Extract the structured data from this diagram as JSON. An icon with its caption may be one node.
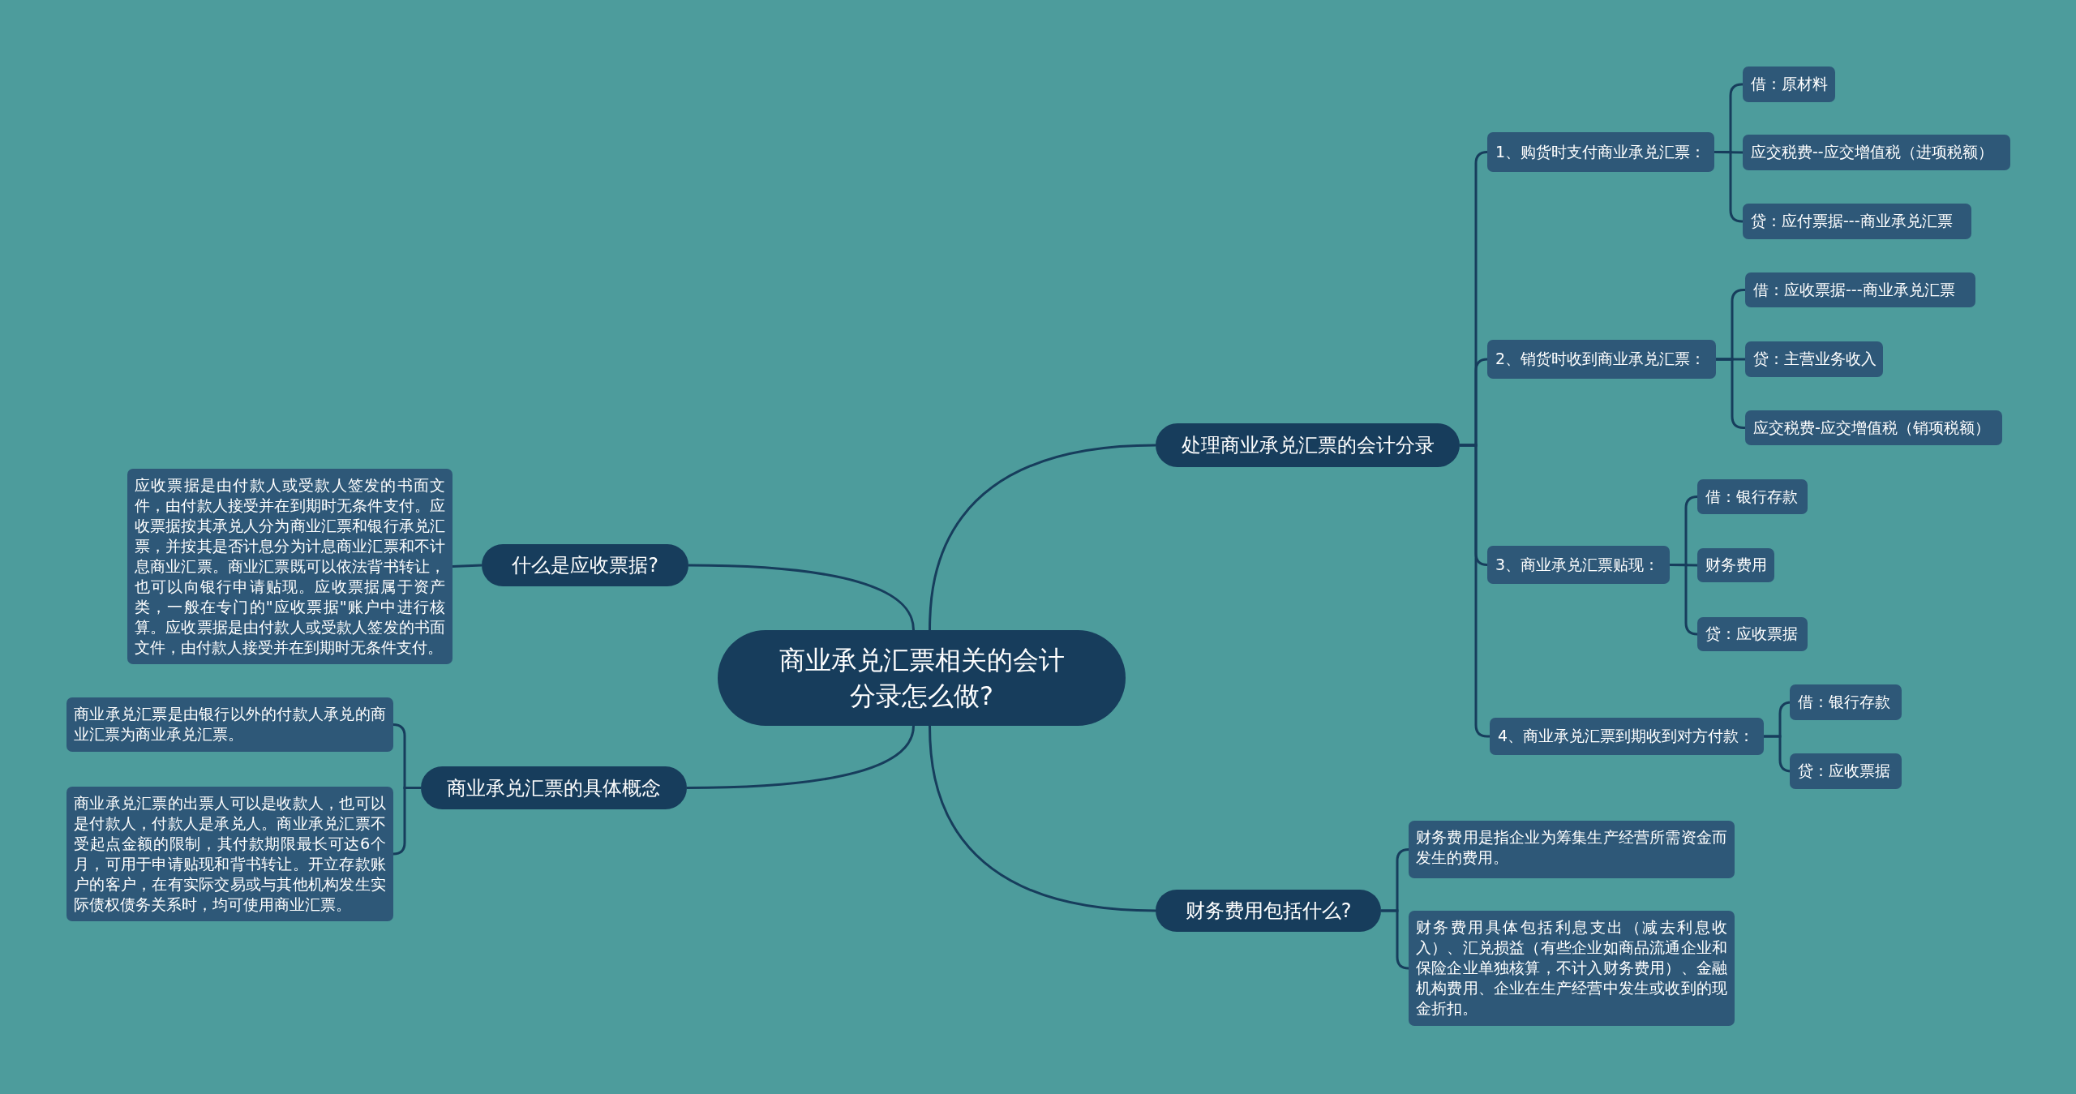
{
  "diagram": {
    "nodes": [
      {
        "text": [
          "商业承兑汇票相关的会计分录怎么做?"
        ]
      },
      {
        "text": [
          "处理商业承兑汇票的会计分录"
        ]
      },
      {
        "text": [
          "1、购货时支付商业承兑汇票："
        ]
      },
      {
        "text": [
          "借：原材料"
        ]
      },
      {
        "text": [
          "应交税费--应交增值税（进项税额）"
        ]
      },
      {
        "text": [
          "贷：应付票据---商业承兑汇票"
        ]
      },
      {
        "text": [
          "2、销货时收到商业承兑汇票："
        ]
      },
      {
        "text": [
          "借：应收票据---商业承兑汇票"
        ]
      },
      {
        "text": [
          "贷：主营业务收入"
        ]
      },
      {
        "text": [
          "应交税费-应交增值税（销项税额）"
        ]
      },
      {
        "text": [
          "3、商业承兑汇票贴现："
        ]
      },
      {
        "text": [
          "借：银行存款"
        ]
      },
      {
        "text": [
          "财务费用"
        ]
      },
      {
        "text": [
          "贷：应收票据"
        ]
      },
      {
        "text": [
          "4、商业承兑汇票到期收到对方付款："
        ]
      },
      {
        "text": [
          "借：银行存款"
        ]
      },
      {
        "text": [
          "贷：应收票据"
        ]
      },
      {
        "text": [
          "什么是应收票据?"
        ]
      },
      {
        "text": [
          "应收票据是由付款人或受款人签发的书面文件，由付款人接受并在到期时无条件支付。应收票据按其承兑人分为商业汇票和银行承兑汇票，并按其是否计息分为计息商业汇票和不计息商业汇票。商业汇票既可以依法背书转让，也可以向银行申请贴现。应收票据属于资产类，一般在专门的\"应收票据\"账户中进行核算。应收票据是由付款人或受款人签发的书面文件，由付款人接受并在到期时无条件支付。"
        ]
      },
      {
        "text": [
          "商业承兑汇票的具体概念"
        ]
      },
      {
        "text": [
          "商业承兑汇票是由银行以外的付款人承兑的商业汇票为商业承兑汇票。"
        ]
      },
      {
        "text": [
          "商业承兑汇票的出票人可以是收款人，也可以是付款人，付款人是承兑人。商业承兑汇票不受起点金额的限制，其付款期限最长可达6个月，可用于申请贴现和背书转让。开立存款账户的客户，在有实际交易或与其他机构发生实际债权债务关系时，均可使用商业汇票。"
        ]
      },
      {
        "text": [
          "财务费用包括什么?"
        ]
      },
      {
        "text": [
          "财务费用是指企业为筹集生产经营所需资金而发生的费用。"
        ]
      },
      {
        "text": [
          "财务费用具体包括利息支出（减去利息收入）、汇兑损益（有些企业如商品流通企业和保险企业单独核算，不计入财务费用）、金融机构费用、企业在生产经营中发生或收到的现金折扣。"
        ]
      }
    ],
    "edges": [
      {
        "from": 0,
        "to": 1,
        "arrow": "none"
      },
      {
        "from": 1,
        "to": 2,
        "arrow": "none"
      },
      {
        "from": 2,
        "to": 3,
        "arrow": "none"
      },
      {
        "from": 2,
        "to": 4,
        "arrow": "none"
      },
      {
        "from": 2,
        "to": 5,
        "arrow": "none"
      },
      {
        "from": 1,
        "to": 6,
        "arrow": "none"
      },
      {
        "from": 6,
        "to": 7,
        "arrow": "none"
      },
      {
        "from": 6,
        "to": 8,
        "arrow": "none"
      },
      {
        "from": 6,
        "to": 9,
        "arrow": "none"
      },
      {
        "from": 1,
        "to": 10,
        "arrow": "none"
      },
      {
        "from": 10,
        "to": 11,
        "arrow": "none"
      },
      {
        "from": 10,
        "to": 12,
        "arrow": "none"
      },
      {
        "from": 10,
        "to": 13,
        "arrow": "none"
      },
      {
        "from": 1,
        "to": 14,
        "arrow": "none"
      },
      {
        "from": 14,
        "to": 15,
        "arrow": "none"
      },
      {
        "from": 14,
        "to": 16,
        "arrow": "none"
      },
      {
        "from": 0,
        "to": 17,
        "arrow": "none"
      },
      {
        "from": 17,
        "to": 18,
        "arrow": "none"
      },
      {
        "from": 0,
        "to": 19,
        "arrow": "none"
      },
      {
        "from": 19,
        "to": 20,
        "arrow": "none"
      },
      {
        "from": 19,
        "to": 21,
        "arrow": "none"
      },
      {
        "from": 0,
        "to": 22,
        "arrow": "none"
      },
      {
        "from": 22,
        "to": 23,
        "arrow": "none"
      },
      {
        "from": 22,
        "to": 24,
        "arrow": "none"
      }
    ]
  }
}
